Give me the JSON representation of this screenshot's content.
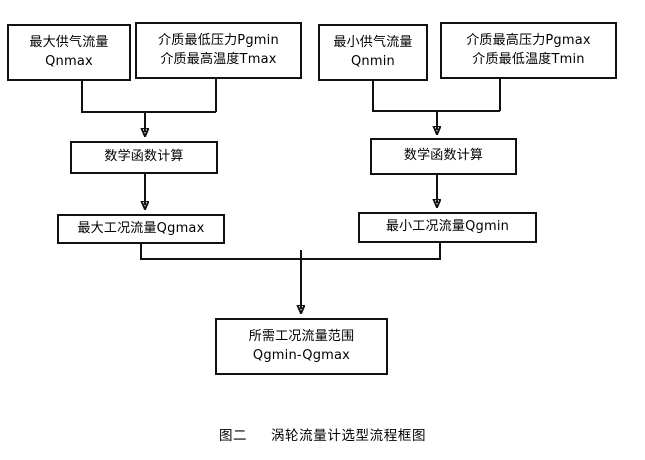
{
  "figure": {
    "caption_label": "图二",
    "caption_title": "涡轮流量计选型流程框图"
  },
  "colors": {
    "stroke": "#111111",
    "background": "#ffffff",
    "text": "#000000"
  },
  "nodes": {
    "qnmax": {
      "line1": "最大供气流量",
      "line2": "Qnmax"
    },
    "pgmin": {
      "line1": "介质最低压力Pgmin",
      "line2": "介质最高温度Tmax"
    },
    "qnmin": {
      "line1": "最小供气流量",
      "line2": "Qnmin"
    },
    "pgmax": {
      "line1": "介质最高压力Pgmax",
      "line2": "介质最低温度Tmin"
    },
    "calc_max": {
      "line1": "数学函数计算"
    },
    "calc_min": {
      "line1": "数学函数计算"
    },
    "qgmax": {
      "line1": "最大工况流量Qgmax"
    },
    "qgmin": {
      "line1": "最小工况流量Qgmin"
    },
    "range": {
      "line1": "所需工况流量范围",
      "line2": "Qgmin-Qgmax"
    }
  },
  "edges": [
    {
      "name": "qnmax-to-calc-max",
      "from": "qnmax",
      "to": "calc_max",
      "arrow": false
    },
    {
      "name": "pgmin-to-calc-max",
      "from": "pgmin",
      "to": "calc_max",
      "arrow": false
    },
    {
      "name": "merge-left-to-calc-max",
      "from": "merge_left",
      "to": "calc_max",
      "arrow": true
    },
    {
      "name": "qnmin-to-calc-min",
      "from": "qnmin",
      "to": "calc_min",
      "arrow": false
    },
    {
      "name": "pgmax-to-calc-min",
      "from": "pgmax",
      "to": "calc_min",
      "arrow": false
    },
    {
      "name": "merge-right-to-calc-min",
      "from": "merge_right",
      "to": "calc_min",
      "arrow": true
    },
    {
      "name": "calc-max-to-qgmax",
      "from": "calc_max",
      "to": "qgmax",
      "arrow": true
    },
    {
      "name": "calc-min-to-qgmin",
      "from": "calc_min",
      "to": "qgmin",
      "arrow": true
    },
    {
      "name": "qgmax-to-range",
      "from": "qgmax",
      "to": "range",
      "arrow": false
    },
    {
      "name": "qgmin-to-range",
      "from": "qgmin",
      "to": "range",
      "arrow": false
    },
    {
      "name": "merge-bottom-to-range",
      "from": "merge_bottom",
      "to": "range",
      "arrow": true
    }
  ]
}
